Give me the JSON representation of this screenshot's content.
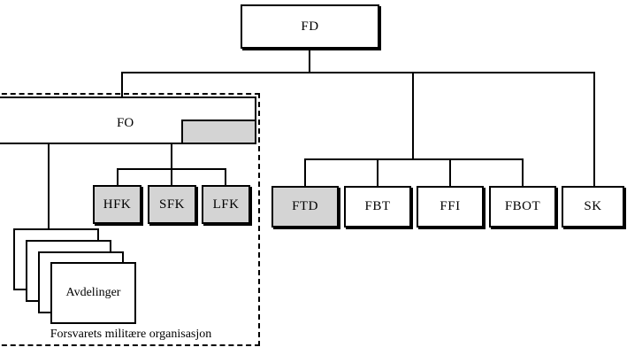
{
  "diagram": {
    "title_box": {
      "label": "FD"
    },
    "military_org": {
      "region_caption": "Forsvarets militære organisasjon",
      "fo": {
        "label": "FO",
        "sub_label": ""
      },
      "branches": [
        {
          "label": "HFK",
          "color": "#d4d4d4"
        },
        {
          "label": "SFK",
          "color": "#d4d4d4"
        },
        {
          "label": "LFK",
          "color": "#d4d4d4"
        }
      ],
      "units_stack": {
        "label": "Avdelinger",
        "count": 4
      }
    },
    "agencies": [
      {
        "label": "FTD",
        "color": "#d4d4d4"
      },
      {
        "label": "FBT",
        "color": "#ffffff"
      },
      {
        "label": "FFI",
        "color": "#ffffff"
      },
      {
        "label": "FBOT",
        "color": "#ffffff"
      }
    ],
    "standalone": [
      {
        "label": "SK",
        "color": "#ffffff"
      }
    ],
    "colors": {
      "line": "#000000",
      "highlight_fill": "#d4d4d4",
      "plain_fill": "#ffffff"
    }
  }
}
